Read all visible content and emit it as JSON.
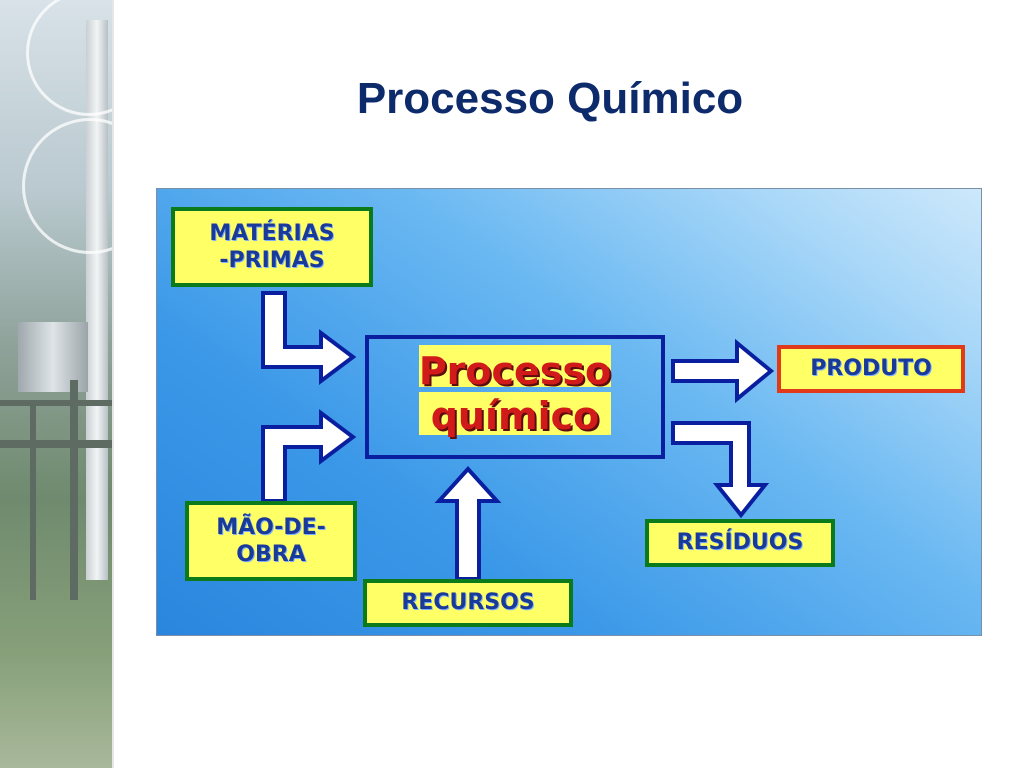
{
  "title": "Processo Químico",
  "diagram": {
    "center": "Processo\n químico",
    "inputs": {
      "materias_primas": "MATÉRIAS\n-PRIMAS",
      "mao_de_obra": "MÃO-DE-\nOBRA",
      "recursos": "RECURSOS"
    },
    "outputs": {
      "produto": "PRODUTO",
      "residuos": "RESÍDUOS"
    }
  },
  "colors": {
    "title": "#0d2a6b",
    "box_fill": "#ffff66",
    "box_border_green": "#0a7a1a",
    "box_border_red": "#e03a1a",
    "label_text": "#1a3a9a",
    "center_text": "#d11a1a",
    "arrow_stroke": "#0a1fa0",
    "panel_start": "#2a86dd",
    "panel_end": "#cde8fb"
  }
}
